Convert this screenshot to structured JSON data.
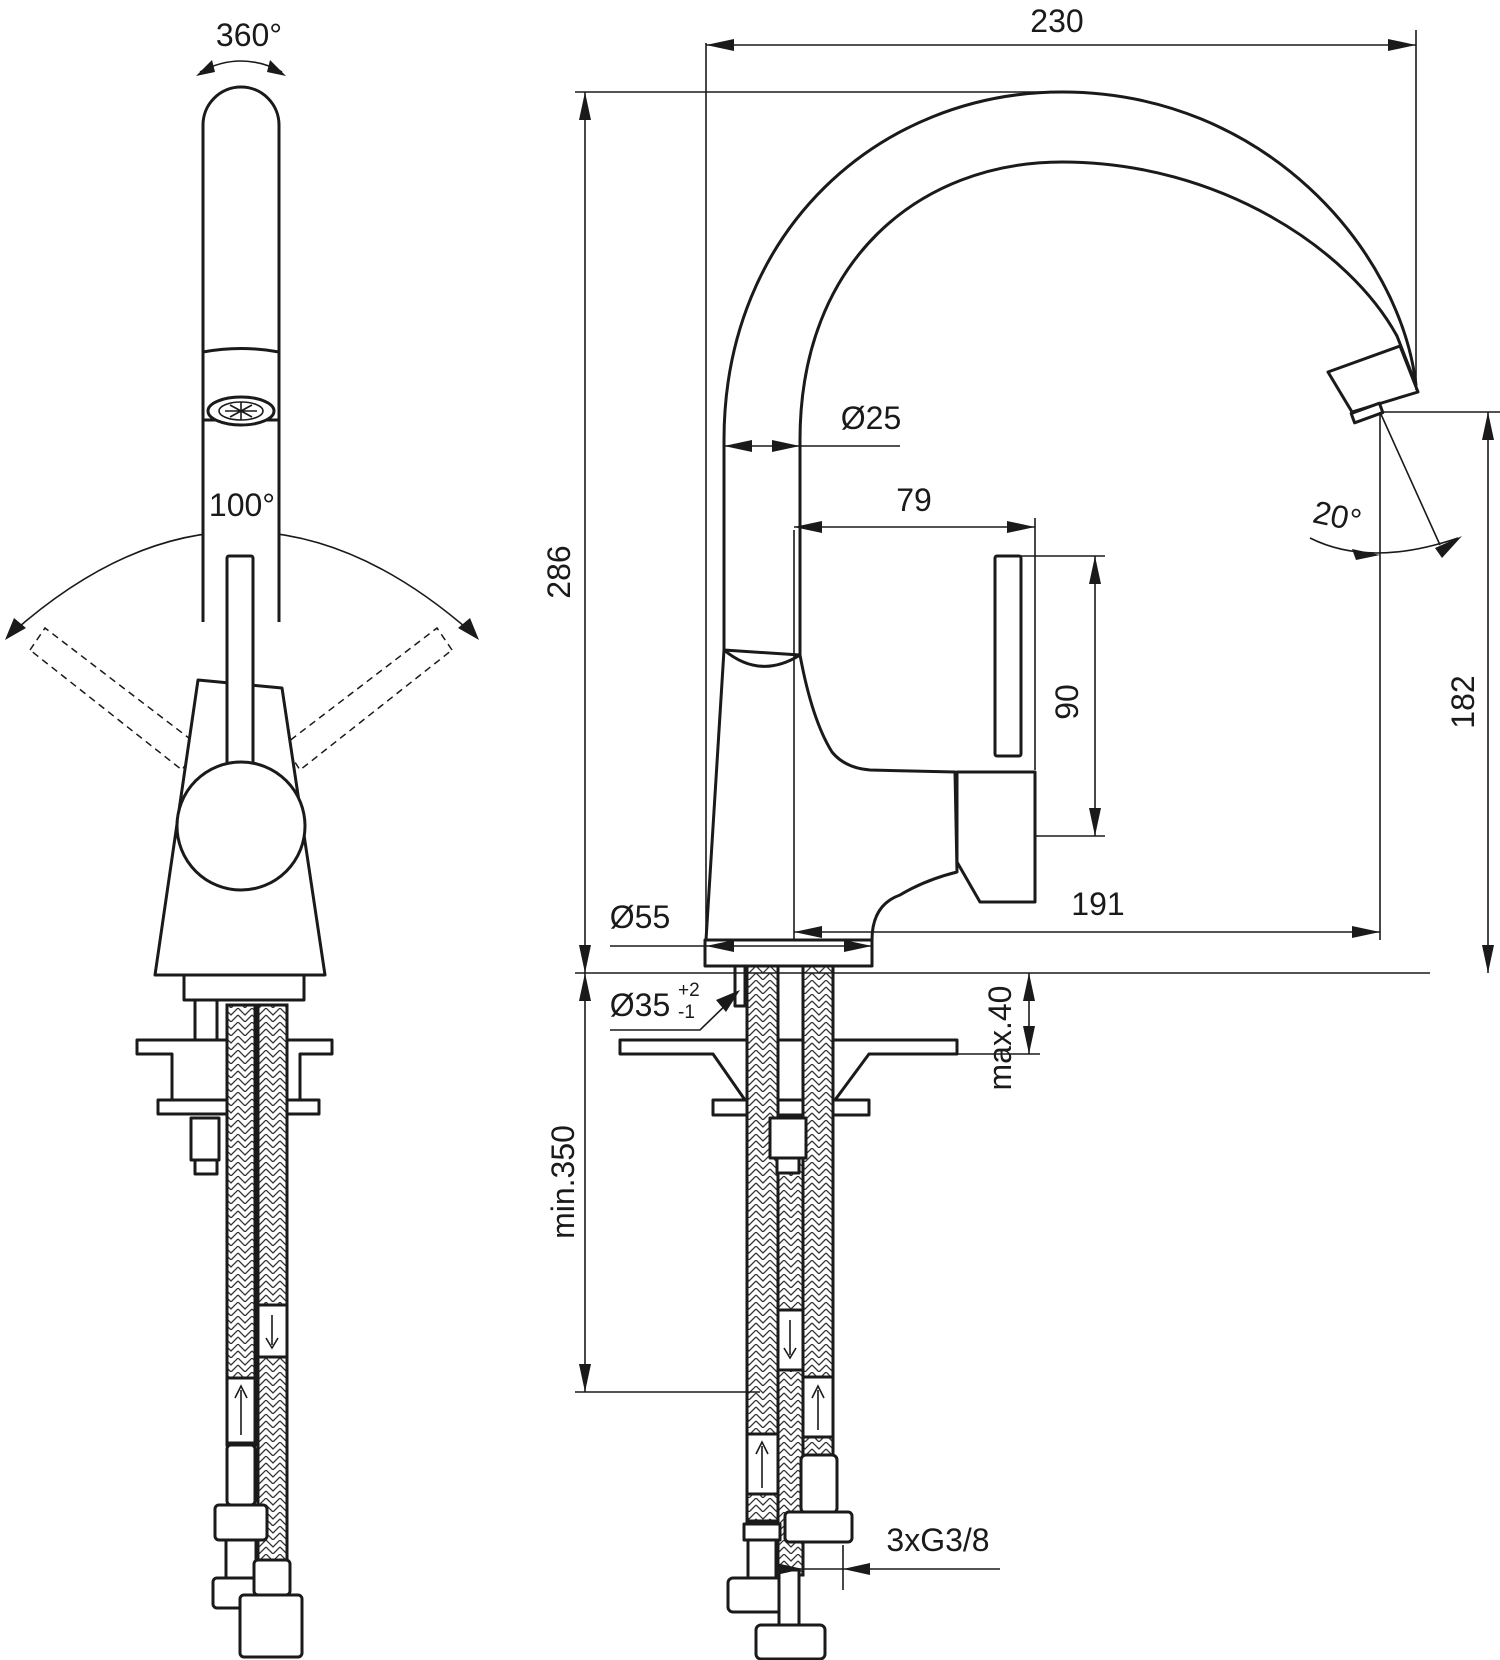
{
  "drawing": {
    "dimensions": {
      "rotation": "360°",
      "lever_swing": "100°",
      "width": "230",
      "height": "286",
      "spout_diameter": "Ø25",
      "lever_offset": "79",
      "lever_height": "90",
      "outlet_height": "182",
      "reach": "191",
      "outlet_angle": "20°",
      "base_diameter": "Ø55",
      "hole_diameter": "Ø35",
      "hole_tol_plus": "+2",
      "hole_tol_minus": "-1",
      "max_thickness": "max.40",
      "min_hose_length": "min.350",
      "connections": "3xG3/8"
    }
  }
}
